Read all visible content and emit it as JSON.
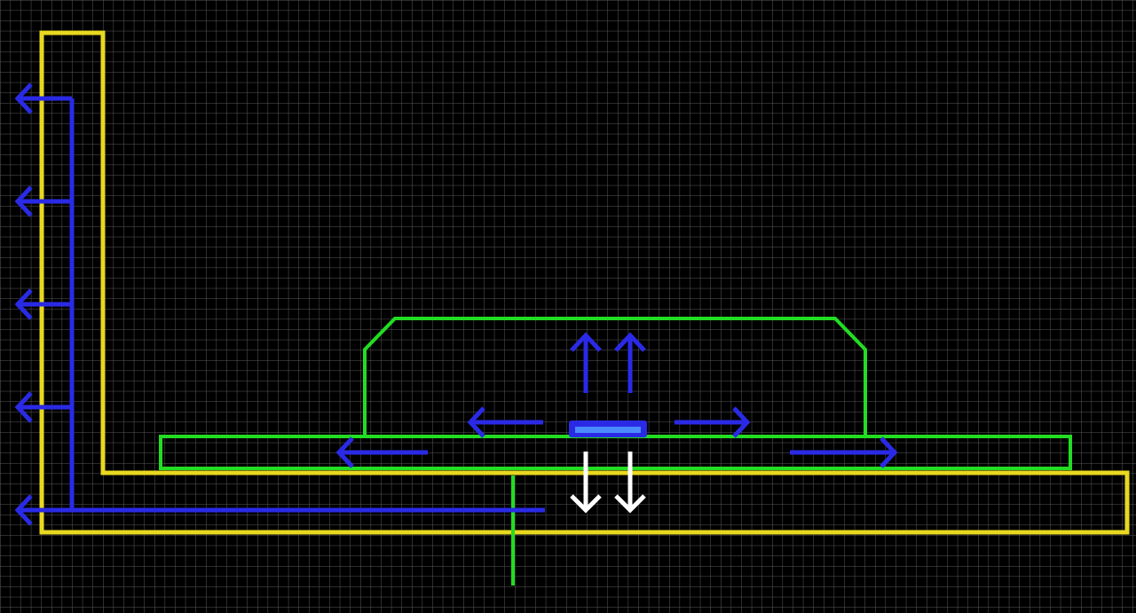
{
  "colors": {
    "background": "#000000",
    "grid": "#5a5a5a",
    "structure": "#e8d820",
    "component": "#22dd22",
    "heat_flow": "#2a2ae6",
    "heat_flow_highlight": "#4a8cff",
    "gravity": "#ffffff"
  },
  "diagram": {
    "structure_outline": {
      "shape": "L-bracket"
    },
    "component_outline": {
      "shape": "module-on-base-plate"
    },
    "mount_line": {
      "kind": "vertical-reference"
    },
    "heat_source": {
      "kind": "bar"
    },
    "flow_arrows": {
      "direction_summary": [
        "left",
        "up",
        "right",
        "down"
      ]
    }
  }
}
